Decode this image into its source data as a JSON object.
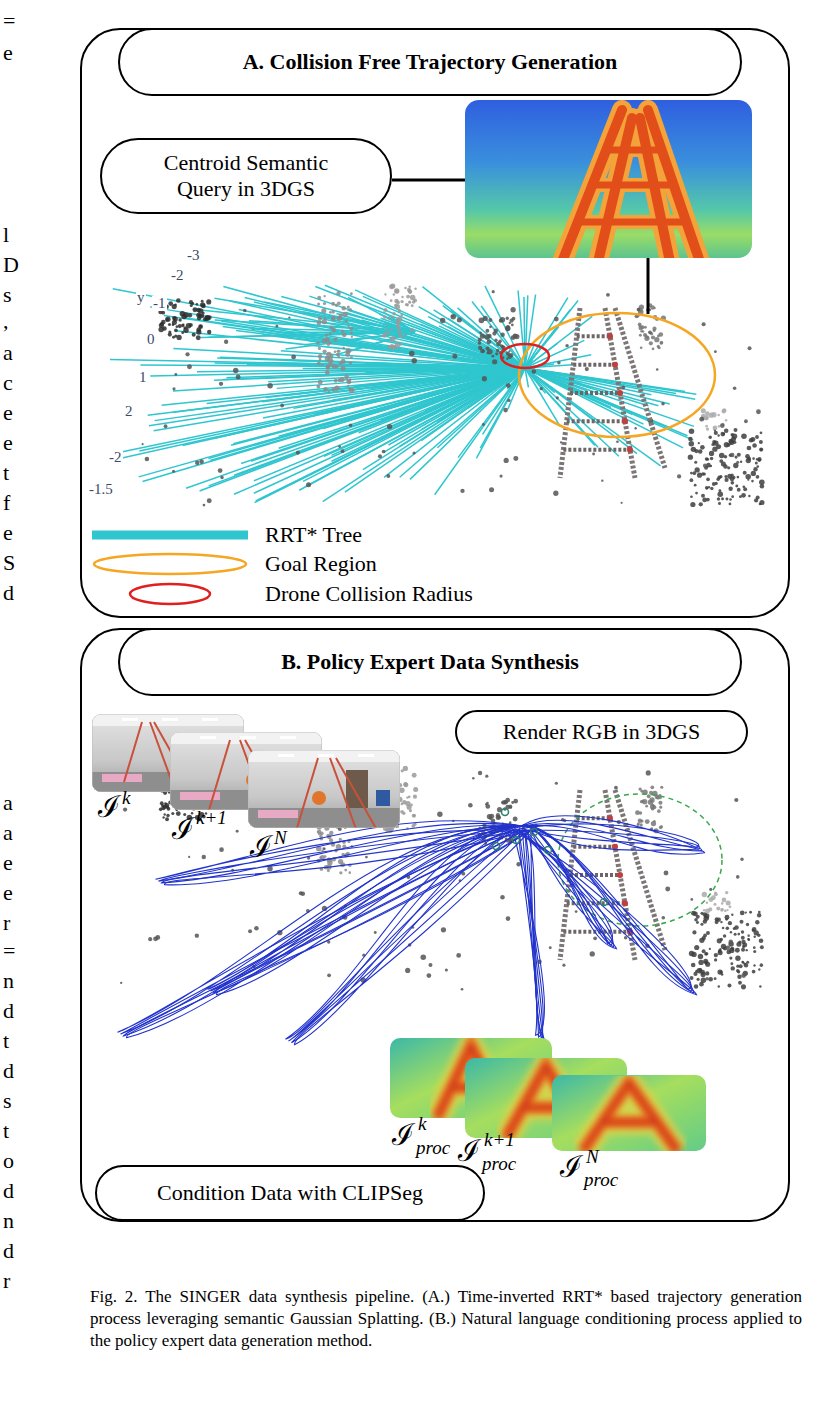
{
  "diagram": {
    "caption": "Fig. 2. The SINGER data synthesis pipeline. (A.) Time-inverted RRT* based trajectory generation process leveraging semantic Gaussian Splatting. (B.) Natural language conditioning process applied to the policy expert data generation method.",
    "nodes": [
      {
        "text": [
          "A. Collision Free Trajectory Generation"
        ]
      },
      {
        "text": [
          "Centroid Semantic Query in 3DGS"
        ],
        "in": 0
      },
      {
        "text": [
          "B. Policy Expert Data Synthesis"
        ]
      },
      {
        "text": [
          "Render RGB in 3DGS"
        ],
        "in": 2
      },
      {
        "text": [
          "Condition Data with CLIPSeg"
        ],
        "in": 2
      }
    ],
    "labels": [
      "-3",
      "-2",
      "y",
      "-1",
      "0",
      "1",
      "2",
      "-2",
      "-1.5",
      "ℐ",
      "k",
      "ℐ",
      "k+1",
      "ℐ",
      "N",
      "ℐ",
      "k",
      "proc",
      "ℐ",
      "k+1",
      "proc",
      "ℐ",
      "N",
      "proc",
      "=",
      "e",
      "l",
      "D",
      "s",
      ",",
      "a",
      "c",
      "e",
      "e",
      "t",
      "f",
      "e",
      "S",
      "d",
      "a",
      "a",
      "e",
      "e",
      "r",
      "=",
      "n",
      "d",
      "t",
      "d",
      "s",
      "t",
      "o",
      "d",
      "n",
      "d",
      "r"
    ],
    "legend": [
      {
        "text": "RRT* Tree"
      },
      {
        "text": "Goal Region"
      },
      {
        "text": "Drone Collision Radius"
      }
    ]
  }
}
